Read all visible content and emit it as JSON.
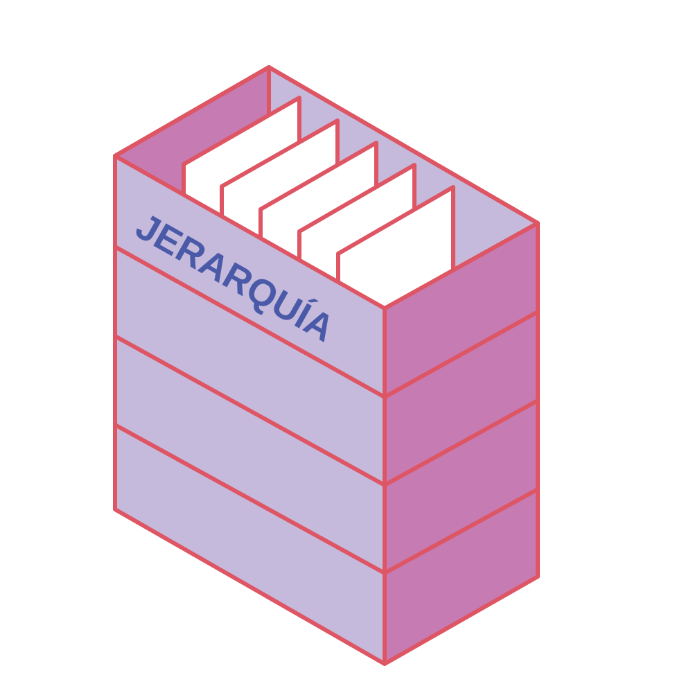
{
  "box": {
    "label": "JERARQUÍA"
  },
  "colors": {
    "background": "#ffffff",
    "outline": "#de5564",
    "front_face": "#c5badc",
    "side_face": "#c67bb2",
    "inner_left_wall": "#c67bb2",
    "inner_back_wall": "#c5badc",
    "folder": "#ffffff",
    "label_text": "#4b5aa8"
  },
  "icons": {
    "illustration": "file-box-icon",
    "folder": "folder-divider-icon"
  },
  "structure": {
    "folder_count": 5,
    "horizontal_bands": 4
  }
}
